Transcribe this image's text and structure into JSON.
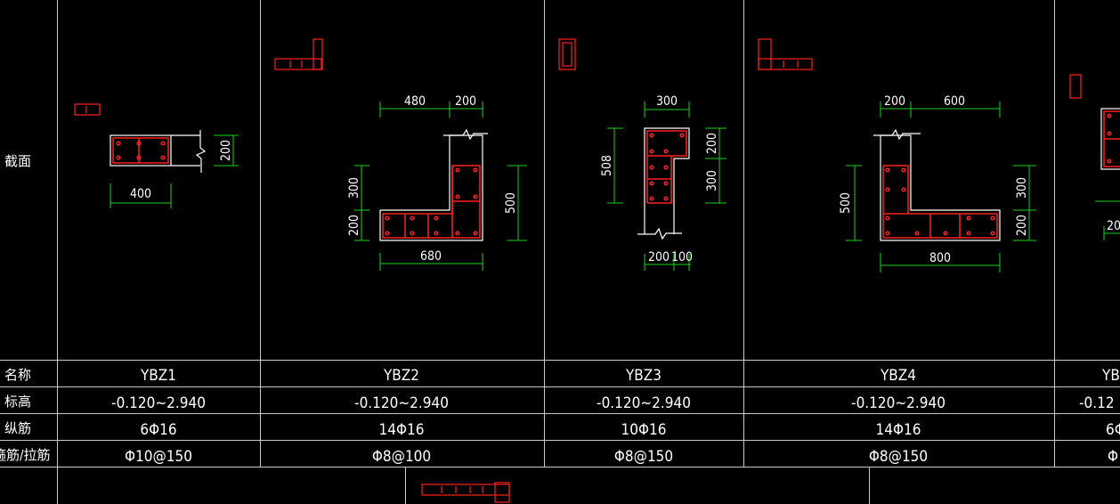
{
  "colors": {
    "background": "#000000",
    "grid": "#c8c8c8",
    "outline": "#ffffff",
    "rebar": "#ff2020",
    "dimension": "#19d219",
    "text": "#ffffff"
  },
  "row_labels": {
    "section": "截面",
    "name": "名称",
    "elevation": "标高",
    "longitudinal": "纵筋",
    "stirrup": "箍筋/拉筋"
  },
  "columns": [
    {
      "name": "YBZ1",
      "elevation": "-0.120~2.940",
      "longitudinal": "6Φ16",
      "stirrup": "Φ10@150",
      "dims": [
        "400",
        "200"
      ]
    },
    {
      "name": "YBZ2",
      "elevation": "-0.120~2.940",
      "longitudinal": "14Φ16",
      "stirrup": "Φ8@100",
      "dims": [
        "480",
        "200",
        "300",
        "200",
        "500",
        "680"
      ]
    },
    {
      "name": "YBZ3",
      "elevation": "-0.120~2.940",
      "longitudinal": "10Φ16",
      "stirrup": "Φ8@150",
      "dims": [
        "300",
        "508",
        "200",
        "300",
        "200",
        "100"
      ]
    },
    {
      "name": "YBZ4",
      "elevation": "-0.120~2.940",
      "longitudinal": "14Φ16",
      "stirrup": "Φ8@150",
      "dims": [
        "200",
        "600",
        "500",
        "300",
        "200",
        "800"
      ]
    },
    {
      "name": "YB",
      "elevation": "-0.12",
      "longitudinal": "6Φ",
      "stirrup": "Φ",
      "dims": [
        "20"
      ]
    }
  ]
}
